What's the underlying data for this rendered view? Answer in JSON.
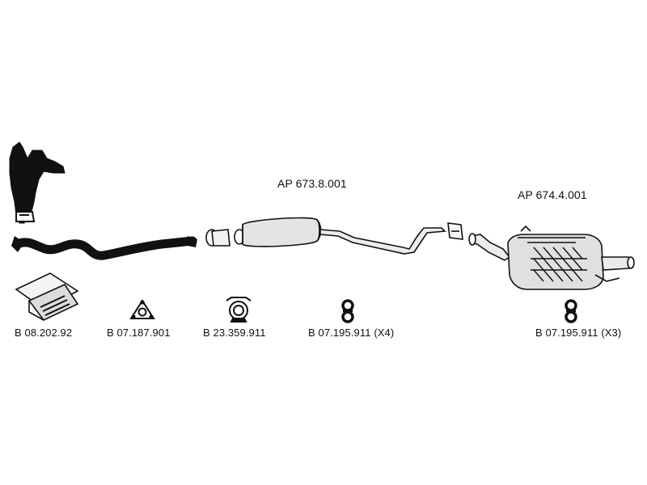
{
  "parts": {
    "middle_section": {
      "code": "AP 673.8.001",
      "icon": "middle-silencer-pipe"
    },
    "rear_section": {
      "code": "AP 674.4.001",
      "icon": "rear-silencer-box"
    },
    "front_assembly": {
      "icon": "manifold-catalyst-front-pipe"
    }
  },
  "fittings": [
    {
      "code": "B 08.202.92",
      "qty": "",
      "icon": "mounting-kit-box-icon"
    },
    {
      "code": "B 07.187.901",
      "qty": "",
      "icon": "triangular-gasket-icon"
    },
    {
      "code": "B 23.359.911",
      "qty": "",
      "icon": "pipe-clamp-icon"
    },
    {
      "code": "B 07.195.911",
      "qty": "(X4)",
      "icon": "rubber-hanger-icon"
    },
    {
      "code": "B 07.195.911",
      "qty": "(X3)",
      "icon": "rubber-hanger-icon"
    }
  ],
  "colors": {
    "ink": "#111111",
    "fill_light": "#e6e6e6",
    "fill_mid": "#cfcfcf",
    "background": "#ffffff"
  }
}
